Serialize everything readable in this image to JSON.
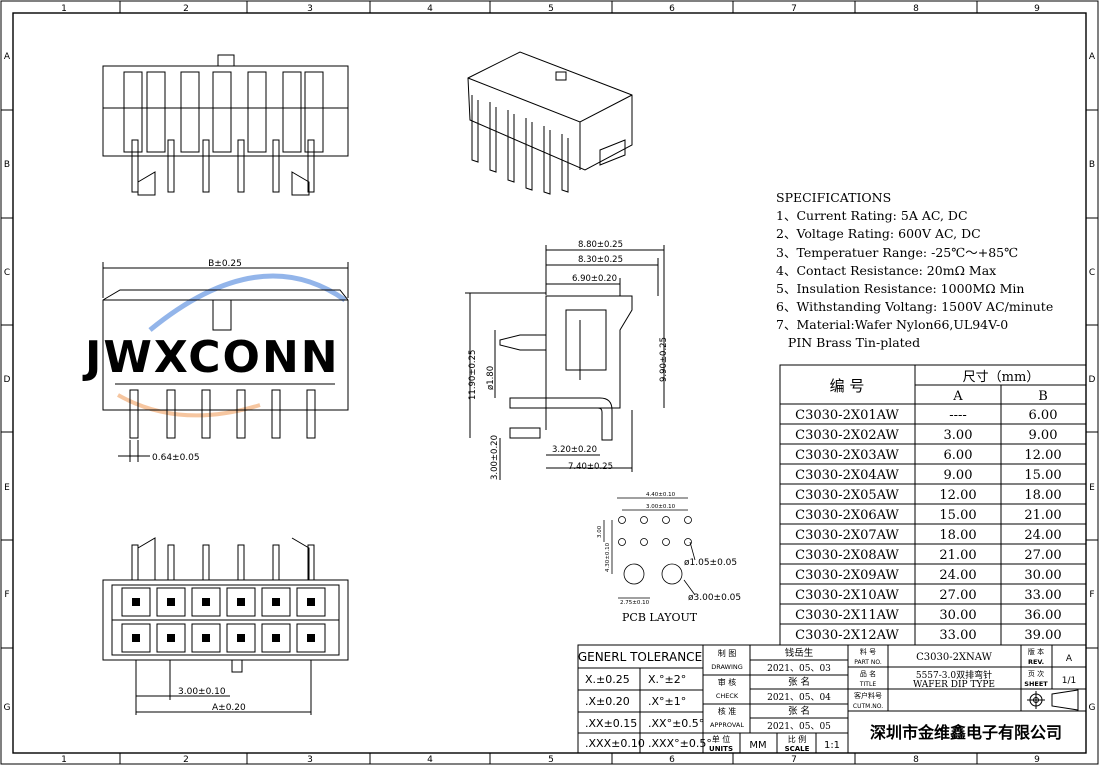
{
  "border": {
    "cols": [
      "1",
      "2",
      "3",
      "4",
      "5",
      "6",
      "7",
      "8",
      "9"
    ],
    "rows": [
      "A",
      "B",
      "C",
      "D",
      "E",
      "F",
      "G"
    ]
  },
  "watermark": "JWXCONN",
  "dims": {
    "front_width": "B±0.25",
    "pitch": "0.64±0.05",
    "d1": "8.80±0.25",
    "d2": "8.30±0.25",
    "d3": "6.90±0.20",
    "d4": "11.90±0.25",
    "d5": "9.90±0.25",
    "d6": "ø1.80",
    "d7": "3.00±0.20",
    "d8": "3.20±0.20",
    "d9": "7.40±0.25",
    "bottom_pitch": "3.00±0.10",
    "bottom_width": "A±0.20"
  },
  "pcb": {
    "title": "PCB LAYOUT",
    "hole_small": "ø1.05±0.05",
    "hole_large": "ø3.00±0.05",
    "top_dim": "4.40±0.10",
    "top_dim2": "3.00±0.10",
    "side_dim": "3.00",
    "side_dim2": "4.30±0.10",
    "bottom_dim": "2.75±0.10"
  },
  "specifications": {
    "title": "SPECIFICATIONS",
    "lines": [
      "1、Current Rating: 5A AC, DC",
      "2、Voltage Rating: 600V AC, DC",
      "3、Temperatuer Range: -25℃～+85℃",
      "4、Contact Resistance: 20mΩ  Max",
      "5、Insulation Resistance: 1000MΩ  Min",
      "6、Withstanding Voltang: 1500V AC/minute",
      "7、Material:Wafer Nylon66,UL94V-0",
      "   PIN Brass Tin-plated"
    ]
  },
  "part_table": {
    "col_part": "编   号",
    "col_size": "尺寸（mm）",
    "col_a": "A",
    "col_b": "B",
    "rows": [
      {
        "part": "C3030-2X01AW",
        "a": "----",
        "b": "6.00"
      },
      {
        "part": "C3030-2X02AW",
        "a": "3.00",
        "b": "9.00"
      },
      {
        "part": "C3030-2X03AW",
        "a": "6.00",
        "b": "12.00"
      },
      {
        "part": "C3030-2X04AW",
        "a": "9.00",
        "b": "15.00"
      },
      {
        "part": "C3030-2X05AW",
        "a": "12.00",
        "b": "18.00"
      },
      {
        "part": "C3030-2X06AW",
        "a": "15.00",
        "b": "21.00"
      },
      {
        "part": "C3030-2X07AW",
        "a": "18.00",
        "b": "24.00"
      },
      {
        "part": "C3030-2X08AW",
        "a": "21.00",
        "b": "27.00"
      },
      {
        "part": "C3030-2X09AW",
        "a": "24.00",
        "b": "30.00"
      },
      {
        "part": "C3030-2X10AW",
        "a": "27.00",
        "b": "33.00"
      },
      {
        "part": "C3030-2X11AW",
        "a": "30.00",
        "b": "36.00"
      },
      {
        "part": "C3030-2X12AW",
        "a": "33.00",
        "b": "39.00"
      }
    ]
  },
  "title_block": {
    "tolerance_title": "GENERL TOLERANCE",
    "tol": [
      [
        "X.±0.25",
        "X.°±2°"
      ],
      [
        ".X±0.20",
        ".X°±1°"
      ],
      [
        ".XX±0.15",
        ".XX°±0.5°"
      ],
      [
        ".XXX±0.10",
        ".XXX°±0.5°"
      ]
    ],
    "drawing_cn": "制  图",
    "drawing_en": "DRAWING",
    "drawing_name": "钱岳生",
    "drawing_date": "2021、05、03",
    "check_cn": "审  核",
    "check_en": "CHECK",
    "check_name": "张  名",
    "check_date": "2021、05、04",
    "approval_cn": "核  准",
    "approval_en": "APPROVAL",
    "approval_name": "张  名",
    "approval_date": "2021、05、05",
    "units_cn": "单  位",
    "units_en": "UNITS",
    "units_val": "MM",
    "scale_cn": "比  例",
    "scale_en": "SCALE",
    "scale_val": "1:1",
    "partno_cn": "料  号",
    "partno_en": "PART NO.",
    "partno_val": "C3030-2XNAW",
    "title_cn": "品  名",
    "title_en": "TITLE",
    "title_val1": "5557-3.0双排弯针",
    "title_val2": "WAFER DIP TYPE",
    "cust_cn": "客户料号",
    "cust_en": "CUTM.NO.",
    "rev_cn": "版  本",
    "rev_en": "REV.",
    "rev_val": "A",
    "sheet_cn": "页  次",
    "sheet_en": "SHEET",
    "sheet_val": "1/1",
    "company": "深圳市金维鑫电子有限公司"
  }
}
